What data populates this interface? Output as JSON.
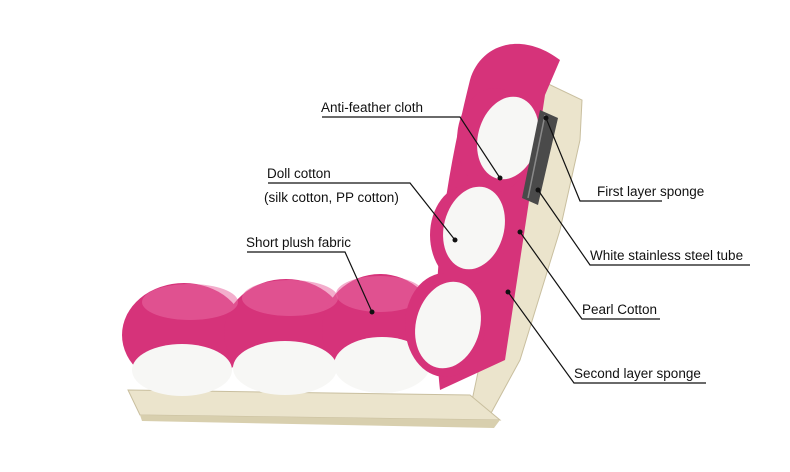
{
  "labels": {
    "anti_feather": "Anti-feather cloth",
    "doll_cotton": "Doll cotton",
    "doll_cotton_sub": "(silk cotton, PP cotton)",
    "short_plush": "Short plush fabric",
    "first_sponge": "First layer sponge",
    "steel_tube": "White stainless steel tube",
    "pearl_cotton": "Pearl Cotton",
    "second_sponge": "Second layer sponge"
  },
  "colors": {
    "fabric": "#d6337a",
    "fabric_dark": "#a8195a",
    "fabric_light": "#ea6aa3",
    "cotton": "#f7f7f5",
    "sponge": "#ebe4cc",
    "tube": "#4a4a4a",
    "leader": "#111111"
  }
}
